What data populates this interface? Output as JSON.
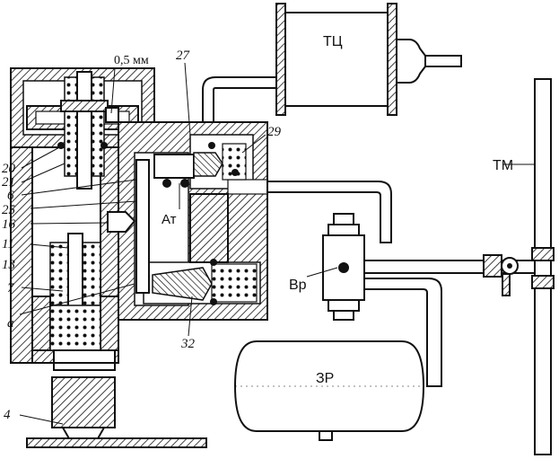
{
  "labels": {
    "gap": "0,5 мм",
    "n27": "27",
    "n29": "29",
    "n20": "20",
    "n21": "21",
    "n6": "6",
    "n25": "25",
    "n16": "16",
    "n11": "11",
    "n13": "13",
    "n7": "7",
    "na": "а",
    "n4": "4",
    "n32": "32",
    "at": "Ат",
    "vr": "Вр",
    "tc": "ТЦ",
    "tm": "ТМ",
    "zr": "ЗР"
  }
}
